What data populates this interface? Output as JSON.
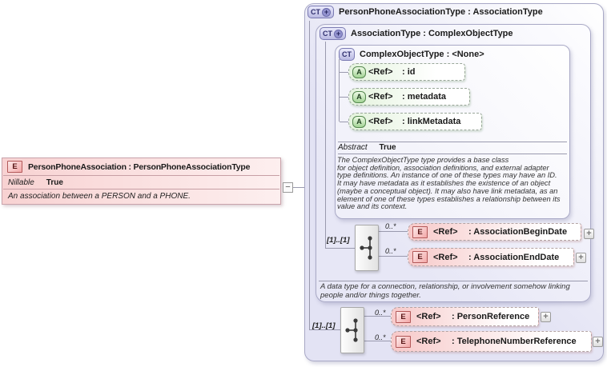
{
  "icons": {
    "ct_plus": "+",
    "expand": "+",
    "collapse": "−"
  },
  "colors": {
    "type_box_lavender": "#e3e3f4",
    "element_pink": "#f7c9c9",
    "attribute_green": "#e4f3dd",
    "badge_element_border": "#b25858",
    "badge_attribute_border": "#55884f",
    "badge_complextype_border": "#7a7ab2",
    "connector_gray": "#9a9aae"
  },
  "left_element": {
    "badge": "E",
    "title": "PersonPhoneAssociation : PersonPhoneAssociationType",
    "property_label": "Nillable",
    "property_value": "True",
    "description": "An association between a PERSON and a PHONE."
  },
  "outer_type": {
    "badge": "CT",
    "title": "PersonPhoneAssociationType : AssociationType"
  },
  "association_type": {
    "badge": "CT",
    "title": "AssociationType : ComplexObjectType",
    "description": "A data type for a connection, relationship, or involvement somehow linking\npeople and/or things together."
  },
  "complex_object_type": {
    "badge": "CT",
    "title": "ComplexObjectType : <None>",
    "attributes": [
      {
        "badge": "A",
        "ref": "<Ref>",
        "name": ": id"
      },
      {
        "badge": "A",
        "ref": "<Ref>",
        "name": ": metadata"
      },
      {
        "badge": "A",
        "ref": "<Ref>",
        "name": ": linkMetadata"
      }
    ],
    "property_label": "Abstract",
    "property_value": "True",
    "description": "The ComplexObjectType type provides a base class\nfor object definition, association definitions, and external adapter\ntype definitions. An instance of one of these types may have an ID.\nIt may have metadata as it establishes the existence of an object\n(maybe a conceptual object). It may also have link metadata, as an\nelement of one of these types establishes a relationship between its\nvalue and its context."
  },
  "sequence1": {
    "occurs": "[1]..[1]",
    "elements": [
      {
        "cardinality": "0..*",
        "badge": "E",
        "ref": "<Ref>",
        "name": ": AssociationBeginDate"
      },
      {
        "cardinality": "0..*",
        "badge": "E",
        "ref": "<Ref>",
        "name": ": AssociationEndDate"
      }
    ]
  },
  "sequence2": {
    "occurs": "[1]..[1]",
    "elements": [
      {
        "cardinality": "0..*",
        "badge": "E",
        "ref": "<Ref>",
        "name": ": PersonReference"
      },
      {
        "cardinality": "0..*",
        "badge": "E",
        "ref": "<Ref>",
        "name": ": TelephoneNumberReference"
      }
    ]
  }
}
